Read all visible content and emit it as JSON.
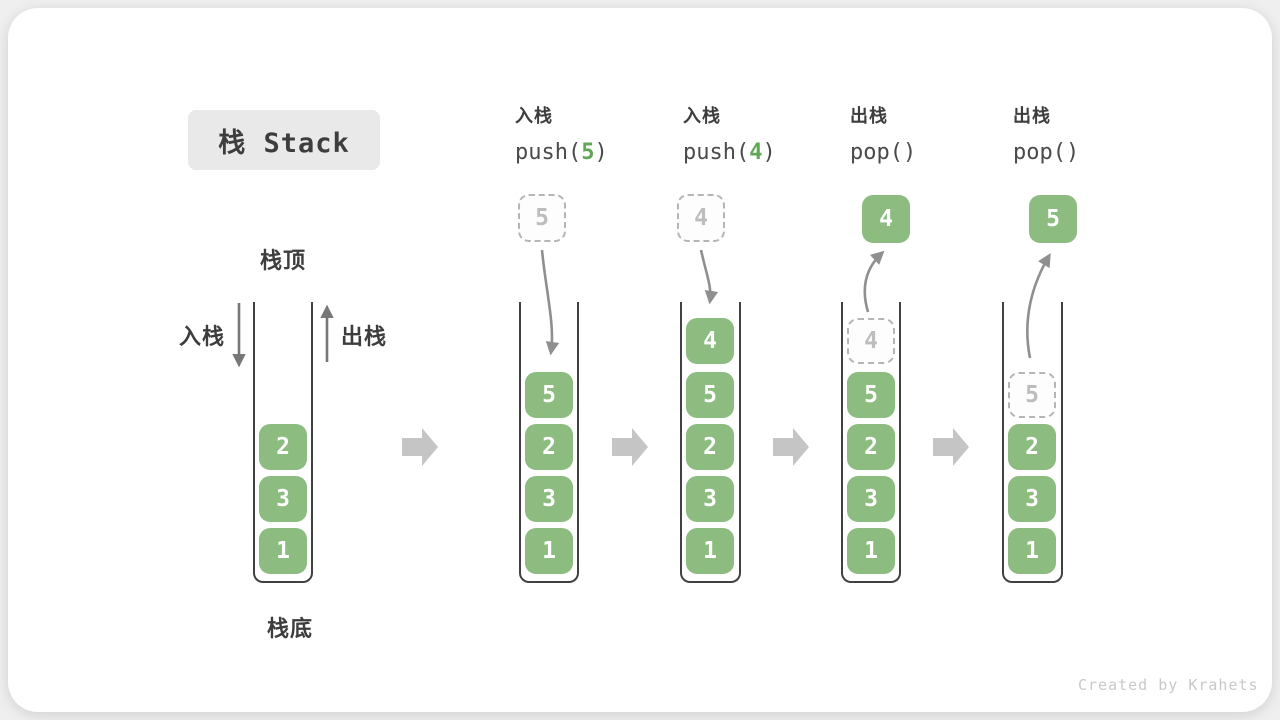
{
  "title": "栈 Stack",
  "watermark": "Created by Krahets",
  "colors": {
    "cell_green": "#8dbc80",
    "code_arg_green": "#5fa655",
    "ghost_gray": "#b5b5b5",
    "curve_arrow_gray": "#8f8f8f",
    "block_arrow_gray": "#c5c5c5",
    "stack_wall": "#414141",
    "text_dark": "#3d3d3d",
    "title_bg": "#e9e9e9",
    "watermark_gray": "#c9c9c9",
    "page_bg": "#efefef"
  },
  "diagram": {
    "top_label": "栈顶",
    "bottom_label": "栈底",
    "push_side_label": "入栈",
    "pop_side_label": "出栈",
    "initial_stack": [
      "2",
      "3",
      "1"
    ],
    "operations": [
      {
        "name": "入栈",
        "code_pre": "push(",
        "arg": "5",
        "code_post": ")",
        "floating": "5",
        "floating_style": "dashed",
        "cells": [
          "5",
          "2",
          "3",
          "1"
        ]
      },
      {
        "name": "入栈",
        "code_pre": "push(",
        "arg": "4",
        "code_post": ")",
        "floating": "4",
        "floating_style": "dashed",
        "cells": [
          "4",
          "5",
          "2",
          "3",
          "1"
        ]
      },
      {
        "name": "出栈",
        "code_pre": "pop(",
        "arg": "",
        "code_post": ")",
        "floating": "4",
        "floating_style": "solid",
        "ghost": "4",
        "cells": [
          "5",
          "2",
          "3",
          "1"
        ]
      },
      {
        "name": "出栈",
        "code_pre": "pop(",
        "arg": "",
        "code_post": ")",
        "floating": "5",
        "floating_style": "solid",
        "ghost": "5",
        "cells": [
          "2",
          "3",
          "1"
        ]
      }
    ]
  }
}
